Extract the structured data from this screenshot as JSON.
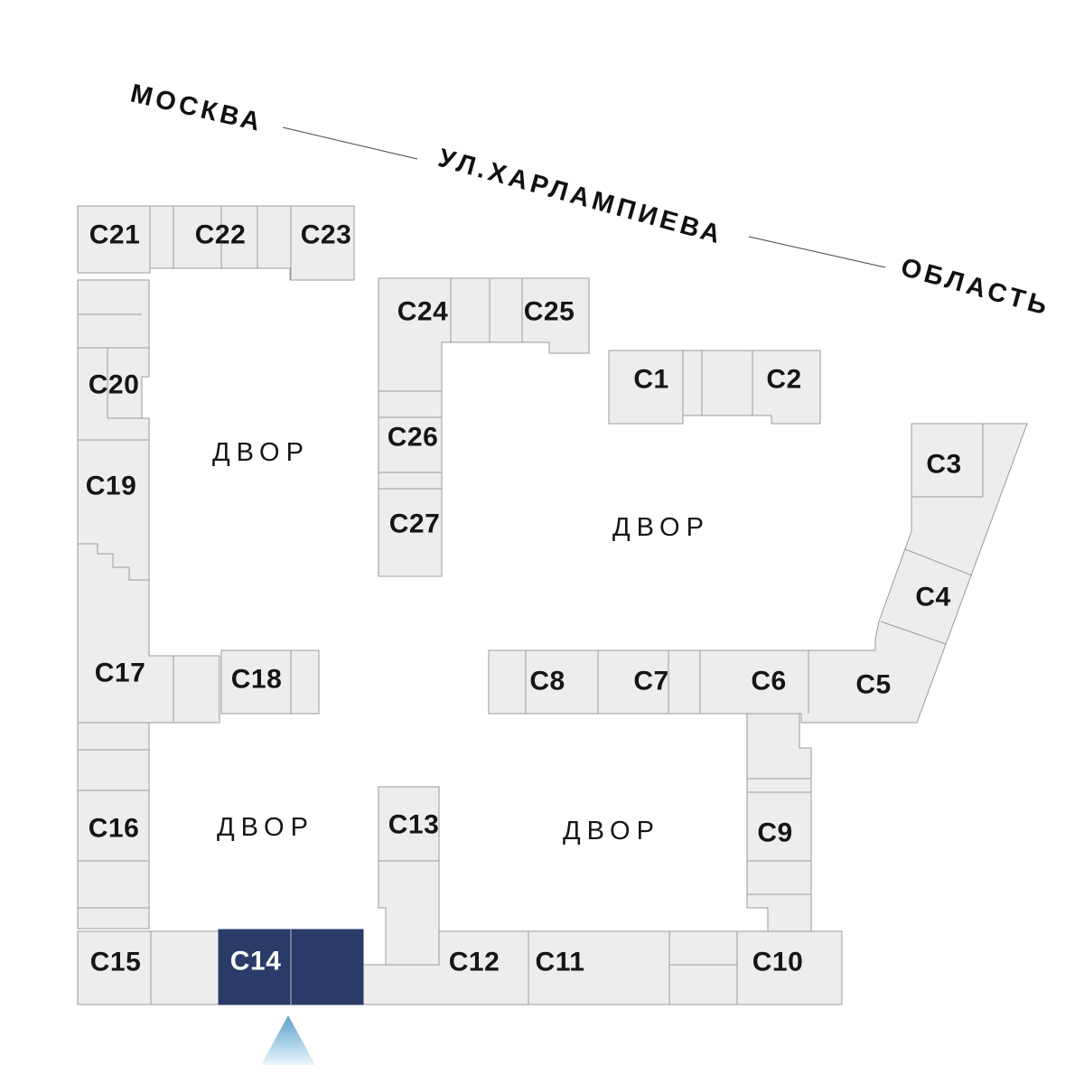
{
  "street_labels": {
    "moskva": "МОСКВА",
    "street": "УЛ.ХАРЛАМПИЕВА",
    "oblast": "ОБЛАСТЬ"
  },
  "courtyard_label": "ДВОР",
  "buildings": {
    "c1": "С1",
    "c2": "С2",
    "c3": "С3",
    "c4": "С4",
    "c5": "С5",
    "c6": "С6",
    "c7": "С7",
    "c8": "С8",
    "c9": "С9",
    "c10": "С10",
    "c11": "С11",
    "c12": "С12",
    "c13": "С13",
    "c14": "С14",
    "c15": "С15",
    "c16": "С16",
    "c17": "С17",
    "c18": "С18",
    "c19": "С19",
    "c20": "С20",
    "c21": "С21",
    "c22": "С22",
    "c23": "С23",
    "c24": "С24",
    "c25": "С25",
    "c26": "С26",
    "c27": "С27"
  },
  "selected_building": "С14",
  "colors": {
    "background": "#ffffff",
    "building_fill": "#ededed",
    "building_stroke": "#9a9a9a",
    "selected_fill": "#2a3a69",
    "selected_label": "#ffffff",
    "label_color": "#151515",
    "marker_gradient_top": "#5f9dc7",
    "marker_gradient_bottom": "#eaf5fb"
  }
}
